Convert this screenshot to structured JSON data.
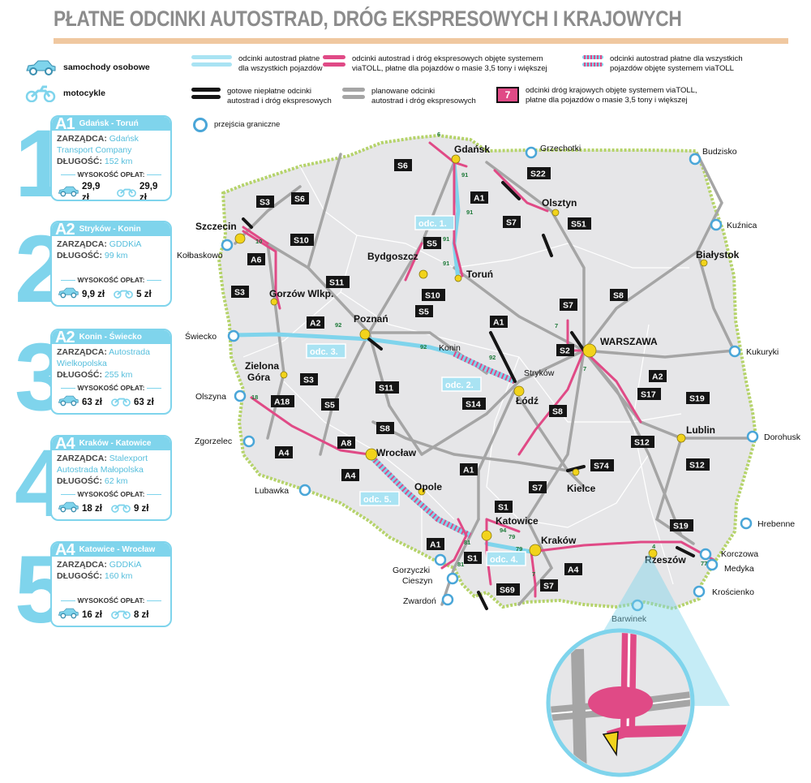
{
  "title": "PŁATNE ODCINKI AUTOSTRAD, DRÓG EKSPRESOWYCH I KRAJOWYCH",
  "colors": {
    "cyan": "#7fd4ec",
    "magenta": "#e04a86",
    "black": "#151515",
    "gray": "#a5a5a5",
    "border_green": "#b5d36a"
  },
  "vehicles": {
    "cars": "samochody osobowe",
    "motorcycles": "motocykle",
    "car_icon": "car-icon",
    "motorcycle_icon": "motorcycle-icon"
  },
  "legend": {
    "cyan": [
      "odcinki autostrad płatne",
      "dla wszystkich pojazdów"
    ],
    "magenta": [
      "odcinki autostrad i dróg ekspresowych objęte systemem",
      "viaTOLL, płatne dla pojazdów o masie 3,5 tony i większej"
    ],
    "striped": [
      "odcinki autostrad płatne dla wszystkich",
      "pojazdów objęte systemem viaTOLL"
    ],
    "black": [
      "gotowe niepłatne odcinki",
      "autostrad i dróg ekspresowych"
    ],
    "gray": [
      "planowane odcinki",
      "autostrad i dróg ekspresowych"
    ],
    "national_badge": "7",
    "national": [
      "odcinki dróg krajowych objęte systemem viaTOLL,",
      "płatne dla pojazdów o masie 3,5 tony i większej"
    ],
    "border": "przejścia graniczne"
  },
  "sections": [
    {
      "num": "1",
      "road": "A1",
      "route": "Gdańsk - Toruń",
      "manager_label": "ZARZĄDCA:",
      "manager": "Gdańsk Transport Company",
      "length_label": "DŁUGOŚĆ:",
      "length": "152 km",
      "fees_label": "WYSOKOŚĆ OPŁAT:",
      "car": "29,9 zł",
      "moto": "29,9 zł"
    },
    {
      "num": "2",
      "road": "A2",
      "route": "Stryków - Konin",
      "manager_label": "ZARZĄDCA:",
      "manager": "GDDKiA",
      "length_label": "DŁUGOŚĆ:",
      "length": "99 km",
      "fees_label": "WYSOKOŚĆ OPŁAT:",
      "car": "9,9 zł",
      "moto": "5 zł"
    },
    {
      "num": "3",
      "road": "A2",
      "route": "Konin - Świecko",
      "manager_label": "ZARZĄDCA:",
      "manager": "Autostrada Wielkopolska",
      "length_label": "DŁUGOŚĆ:",
      "length": "255 km",
      "fees_label": "WYSOKOŚĆ OPŁAT:",
      "car": "63 zł",
      "moto": "63 zł"
    },
    {
      "num": "4",
      "road": "A4",
      "route": "Kraków - Katowice",
      "manager_label": "ZARZĄDCA:",
      "manager": "Stalexport Autostrada Małopolska",
      "length_label": "DŁUGOŚĆ:",
      "length": "62 km",
      "fees_label": "WYSOKOŚĆ OPŁAT:",
      "car": "18 zł",
      "moto": "9 zł"
    },
    {
      "num": "5",
      "road": "A4",
      "route": "Katowice - Wrocław",
      "manager_label": "ZARZĄDCA:",
      "manager": "GDDKiA",
      "length_label": "DŁUGOŚĆ:",
      "length": "160 km",
      "fees_label": "WYSOKOŚĆ OPŁAT:",
      "car": "16 zł",
      "moto": "8 zł"
    }
  ],
  "map": {
    "cities": [
      "Gdańsk",
      "Olsztyn",
      "Szczecin",
      "Bydgoszcz",
      "Toruń",
      "Białystok",
      "Gorzów Wlkp.",
      "Poznań",
      "Konin",
      "WARSZAWA",
      "Zielona Góra",
      "Stryków",
      "Łódź",
      "Wrocław",
      "Lublin",
      "Opole",
      "Kielce",
      "Katowice",
      "Kraków",
      "Rzeszów"
    ],
    "border_crossings": [
      "Grzechotki",
      "Budzisko",
      "Kuźnica",
      "Kołbaskowo",
      "Świecko",
      "Kukuryki",
      "Olszyna",
      "Dorohusk",
      "Zgorzelec",
      "Lubawka",
      "Hrebenne",
      "Korczowa",
      "Medyka",
      "Krościenko",
      "Gorzyczki",
      "Cieszyn",
      "Zwardoń",
      "Barwinek"
    ],
    "road_labels": [
      "S6",
      "S22",
      "A1",
      "S3",
      "S6",
      "S7",
      "S51",
      "S10",
      "A6",
      "S5",
      "S11",
      "S3",
      "S10",
      "S5",
      "S8",
      "A2",
      "S7",
      "A1",
      "S2",
      "A2",
      "S3",
      "A18",
      "S11",
      "S14",
      "S5",
      "S8",
      "S17",
      "S19",
      "S8",
      "A8",
      "S12",
      "S12",
      "A4",
      "A4",
      "S74",
      "A1",
      "S7",
      "S1",
      "S19",
      "A1",
      "S1",
      "A4",
      "S7",
      "S69"
    ],
    "national_road_numbers": [
      "6",
      "91",
      "91",
      "10",
      "91",
      "91",
      "92",
      "92",
      "92",
      "7",
      "7",
      "18",
      "94",
      "79",
      "79",
      "81",
      "81",
      "7",
      "77",
      "4"
    ],
    "section_tags": [
      "odc. 1.",
      "odc. 2.",
      "odc. 3.",
      "odc. 4.",
      "odc. 5."
    ],
    "zoom_inset": "zoom-inset"
  }
}
